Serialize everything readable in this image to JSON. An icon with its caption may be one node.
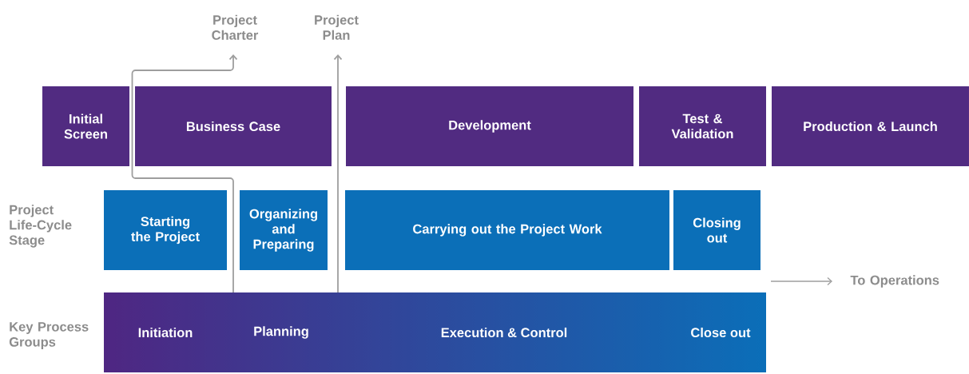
{
  "diagram": {
    "nodes": [
      {
        "text": [
          "Initial Screen"
        ]
      },
      {
        "text": [
          "Business Case"
        ]
      },
      {
        "text": [
          "Development"
        ]
      },
      {
        "text": [
          "Test & Validation"
        ]
      },
      {
        "text": [
          "Production & Launch"
        ]
      },
      {
        "text": [
          "Starting the Project"
        ]
      },
      {
        "text": [
          "Organizing and Preparing"
        ]
      },
      {
        "text": [
          "Carrying out the Project Work"
        ]
      },
      {
        "text": [
          "Closing out"
        ]
      },
      {
        "text": [
          "Initiation",
          "Planning",
          "Execution & Control",
          "Close out"
        ]
      },
      {
        "text": [
          "Project Charter"
        ]
      },
      {
        "text": [
          "Project Plan"
        ]
      },
      {
        "text": [
          "To Operations"
        ]
      }
    ],
    "edges": [
      {
        "from": 9,
        "to": 10,
        "arrow": "to"
      },
      {
        "from": 9,
        "to": 11,
        "arrow": "to"
      },
      {
        "from": null,
        "to": 12,
        "arrow": "to"
      }
    ],
    "labels": [
      "Project Life-Cycle Stage",
      "Key Process Groups"
    ]
  }
}
